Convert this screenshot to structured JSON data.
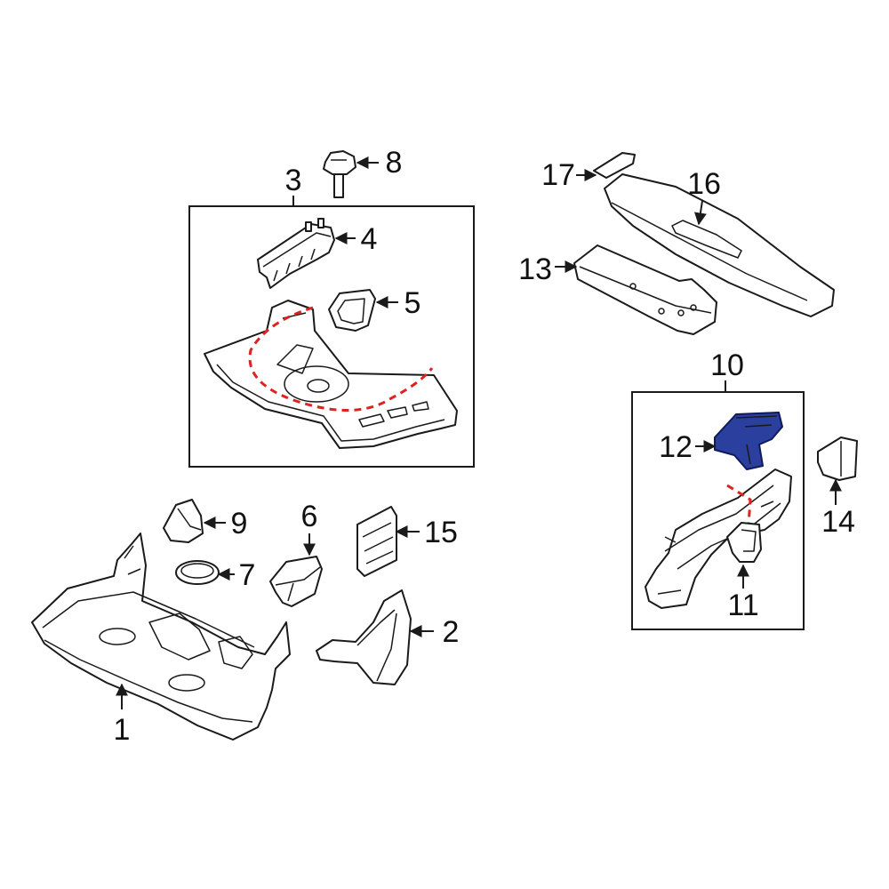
{
  "colors": {
    "line": "#1a1a1a",
    "highlight_fill": "#2a3f9e",
    "highlight_stroke": "#0d1a5c",
    "seam_line": "#e0211f"
  },
  "callouts": {
    "c1": "1",
    "c2": "2",
    "c3": "3",
    "c4": "4",
    "c5": "5",
    "c6": "6",
    "c7": "7",
    "c8": "8",
    "c9": "9",
    "c10": "10",
    "c11": "11",
    "c12": "12",
    "c13": "13",
    "c14": "14",
    "c15": "15",
    "c16": "16",
    "c17": "17"
  },
  "highlighted_part": "12"
}
